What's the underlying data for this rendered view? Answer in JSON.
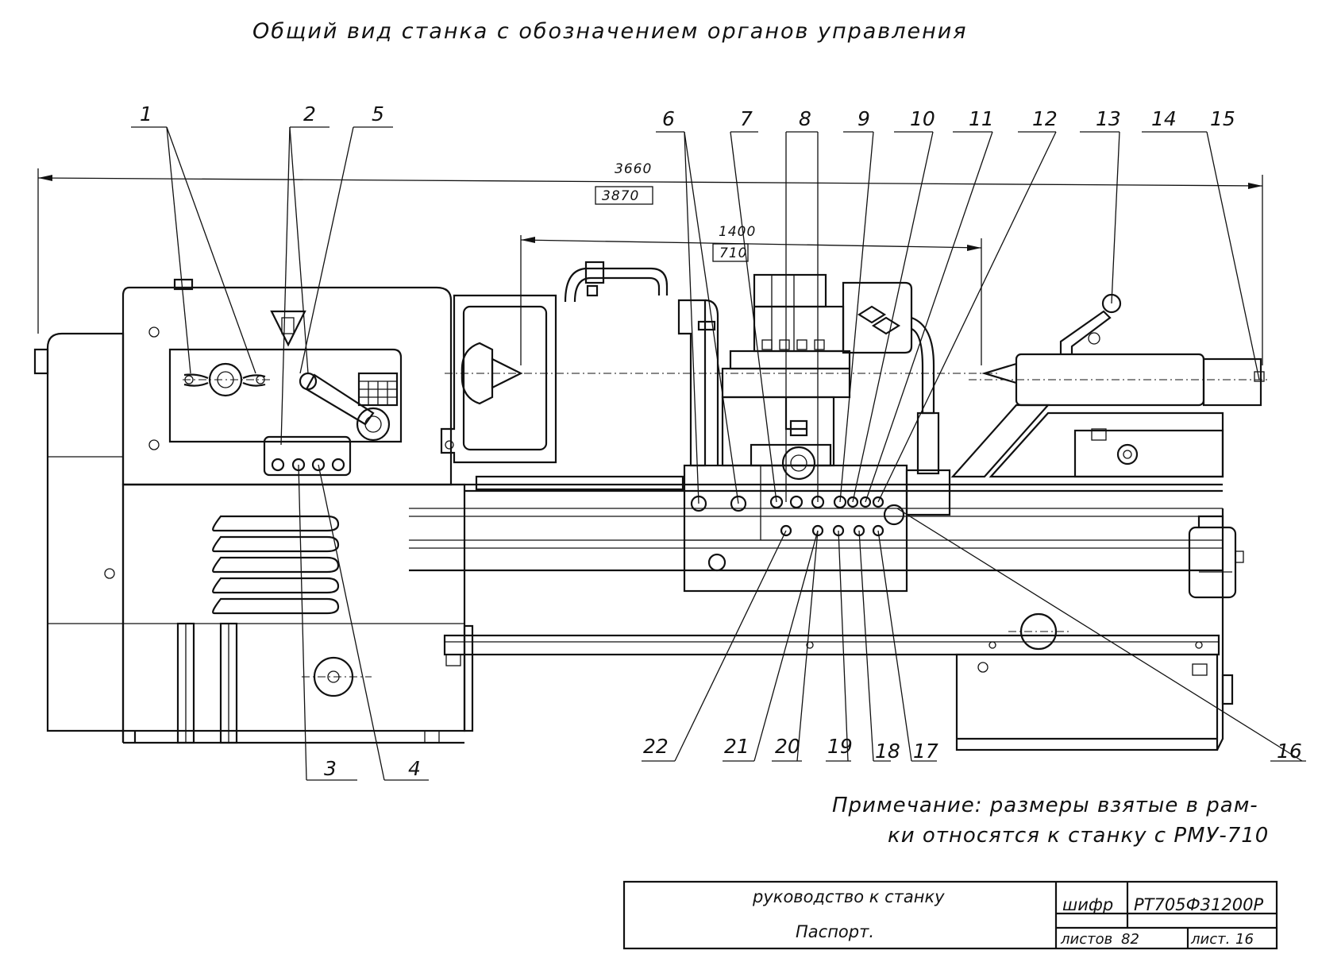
{
  "title": "Общий вид станка с обозначением органов управления",
  "dimensions": {
    "overall": "3660",
    "overall_alt": "3870",
    "span": "1400",
    "span_alt": "710"
  },
  "callouts": [
    "1",
    "2",
    "3",
    "4",
    "5",
    "6",
    "7",
    "8",
    "9",
    "10",
    "11",
    "12",
    "13",
    "14",
    "15",
    "16",
    "17",
    "18",
    "19",
    "20",
    "21",
    "22"
  ],
  "note": {
    "line1": "Примечание: размеры взятые в рам-",
    "line2": "ки относятся к станку с РМУ-710"
  },
  "title_block": {
    "doc_name": "руководство к станку",
    "doc_type": "Паспорт.",
    "cipher_label": "шифр",
    "cipher_value": "РТ705Ф31200Р",
    "sheets_label": "листов",
    "sheets_value": "82",
    "sheet_label": "лист.",
    "sheet_value": "16"
  }
}
